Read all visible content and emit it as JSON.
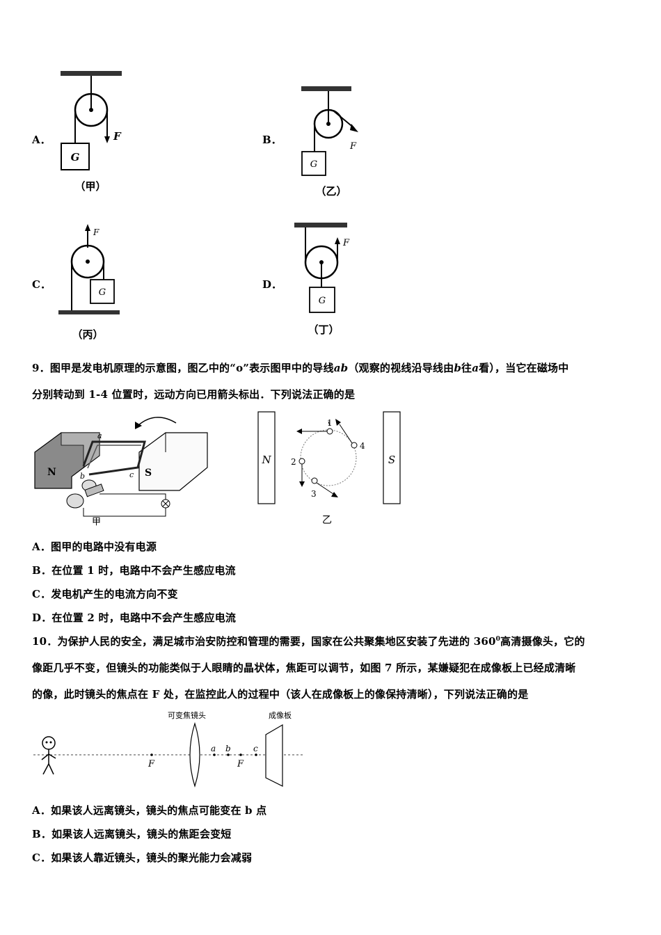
{
  "q8": {
    "options": [
      {
        "letter": "A．",
        "caption": "（甲）",
        "force": "F",
        "weight": "G"
      },
      {
        "letter": "B．",
        "caption": "（乙）",
        "force": "F",
        "weight": "G"
      },
      {
        "letter": "C．",
        "caption": "（丙）",
        "force": "F",
        "weight": "G"
      },
      {
        "letter": "D．",
        "caption": "（丁）",
        "force": "F",
        "weight": "G"
      }
    ]
  },
  "q9": {
    "stem_line1_a": "9．图甲是发电机原理的示意图，图乙中的“o”表示图甲中的导线",
    "stem_line1_ab": "ab",
    "stem_line1_b": "（观察的视线沿导线由",
    "stem_line1_bvar": "b",
    "stem_line1_c": "往",
    "stem_line1_avar": "a",
    "stem_line1_d": "看），当它在磁场中",
    "stem_line2": "分别转动到 1-4 位置时，远动方向已用箭头标出．下列说法正确的是",
    "fig_a": {
      "N": "N",
      "S": "S",
      "a": "a",
      "b": "b",
      "c": "c",
      "caption": "甲"
    },
    "fig_b": {
      "N": "N",
      "S": "S",
      "p1": "1",
      "p2": "2",
      "p3": "3",
      "p4": "4",
      "caption": "乙"
    },
    "options": [
      "A．图甲的电路中没有电源",
      "B．在位置 1 时，电路中不会产生感应电流",
      "C．发电机产生的电流方向不变",
      "D．在位置 2 时，电路中不会产生感应电流"
    ]
  },
  "q10": {
    "stem_line1_a": "10．为保护人民的安全，满足城市治安防控和管理的需要，国家在公共聚集地区安装了先进的 360",
    "stem_line1_sup": "0",
    "stem_line1_b": "高清摄像头，它的",
    "stem_line2": "像距几乎不变，但镜头的功能类似于人眼睛的晶状体，焦距可以调节，如图 7 所示，某嫌疑犯在成像板上已经成清晰",
    "stem_line3": "的像，此时镜头的焦点在 F 处，在监控此人的过程中（该人在成像板上的像保持清晰），下列说法正确的是",
    "fig": {
      "lens_label": "可变焦镜头",
      "board_label": "成像板",
      "F1": "F",
      "F2": "F",
      "a": "a",
      "b": "b",
      "c": "c"
    },
    "options": [
      "A．如果该人远离镜头，镜头的焦点可能变在 b 点",
      "B．如果该人远离镜头，镜头的焦距会变短",
      "C．如果该人靠近镜头，镜头的聚光能力会减弱"
    ]
  }
}
